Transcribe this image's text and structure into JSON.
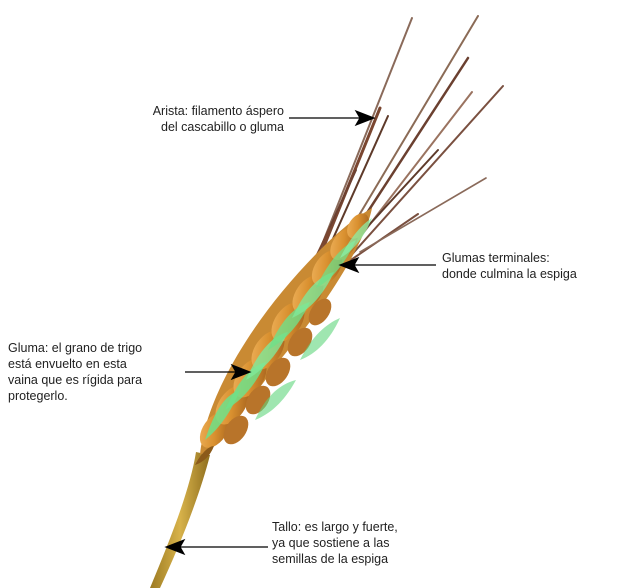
{
  "labels": {
    "arista": {
      "lines": [
        "Arista: filamento áspero",
        "del cascabillo o gluma"
      ]
    },
    "glumas_terminales": {
      "lines": [
        "Glumas terminales:",
        "donde culmina la espiga"
      ]
    },
    "gluma": {
      "lines": [
        "Gluma: el grano de trigo",
        "está envuelto en esta",
        "vaina que es rígida para",
        "protegerlo."
      ]
    },
    "tallo": {
      "lines": [
        "Tallo: es largo y fuerte,",
        "ya que sostiene a las",
        "semillas de la espiga"
      ]
    }
  },
  "colors": {
    "grain": "#d9902f",
    "grain_dark": "#a8611c",
    "glume_green": "#6fe08a",
    "awn": "#7a4630",
    "stem": "#c8a13a",
    "arrow": "#000000",
    "text": "#1f1f1f"
  }
}
